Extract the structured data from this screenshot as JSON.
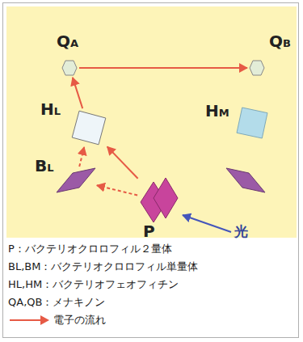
{
  "diagram": {
    "nodes": [
      {
        "text": [
          "QA"
        ]
      },
      {
        "text": [
          "QB"
        ]
      },
      {
        "text": [
          "HL"
        ]
      },
      {
        "text": [
          "HM"
        ]
      },
      {
        "text": [
          "BL"
        ]
      },
      {
        "text": [
          "P"
        ]
      }
    ],
    "edges": [
      {
        "from": 5,
        "to": 2,
        "arrow": "to"
      },
      {
        "from": 2,
        "to": 0,
        "arrow": "to"
      },
      {
        "from": 0,
        "to": 1,
        "arrow": "to"
      },
      {
        "from": 5,
        "to": 4,
        "arrow": "to"
      },
      {
        "from": 4,
        "to": 2,
        "arrow": "to"
      }
    ],
    "labels": [
      "光"
    ],
    "legend": [
      {
        "text": "P：バクテリオクロロフィル２量体"
      },
      {
        "text": "BL,BM：バクテリオクロロフィル単量体"
      },
      {
        "text": "HL,HM：バクテリオフェオフィチン"
      },
      {
        "text": "QA,QB：メナキノン"
      },
      {
        "text": "電子の流れ"
      }
    ]
  }
}
